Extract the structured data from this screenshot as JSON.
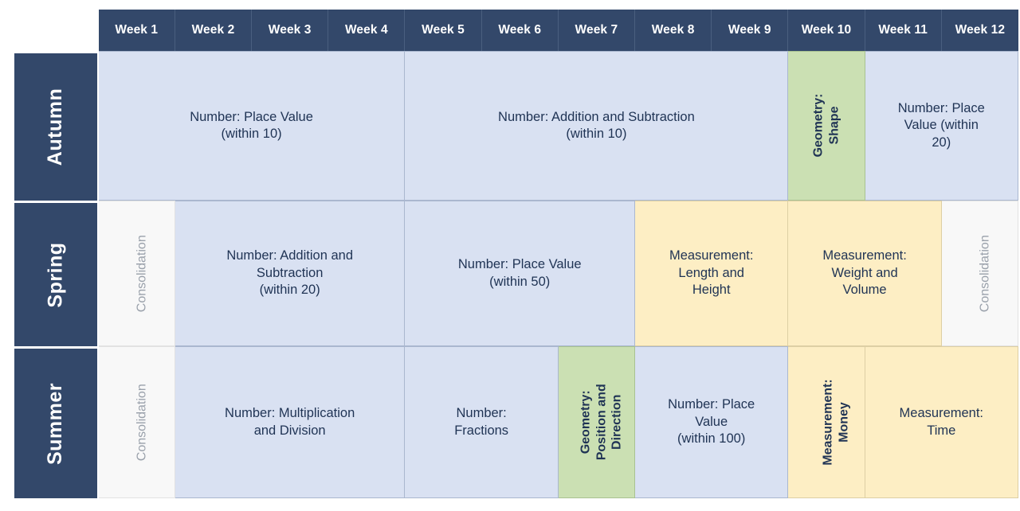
{
  "table": {
    "corner_label": "",
    "week_headers": [
      "Week 1",
      "Week 2",
      "Week 3",
      "Week 4",
      "Week 5",
      "Week 6",
      "Week 7",
      "Week 8",
      "Week 9",
      "Week 10",
      "Week 11",
      "Week 12"
    ],
    "colors": {
      "header_navy": "#33486a",
      "season_navy": "#33486a",
      "number_blue": "#d9e1f2",
      "geometry_green": "#cbe0b3",
      "measurement_yellow": "#fdeec4",
      "consolidation_grey": "#f8f8f8",
      "topic_text": "#1f3354",
      "consolidation_text": "#9aa1ab",
      "header_text": "#ffffff"
    },
    "rows": [
      {
        "season": "Autumn",
        "cells": [
          {
            "label": "Number: Place Value\n(within 10)",
            "weeks": 4,
            "category": "blue",
            "rotated": false,
            "bold": false
          },
          {
            "label": "Number: Addition and Subtraction\n(within 10)",
            "weeks": 5,
            "category": "blue",
            "rotated": false,
            "bold": false
          },
          {
            "label": "Geometry:\nShape",
            "weeks": 1,
            "category": "green",
            "rotated": true,
            "bold": true
          },
          {
            "label": "Number: Place\nValue (within\n20)",
            "weeks": 2,
            "category": "blue",
            "rotated": false,
            "bold": false
          }
        ]
      },
      {
        "season": "Spring",
        "cells": [
          {
            "label": "Consolidation",
            "weeks": 1,
            "category": "grey",
            "rotated": true,
            "bold": false
          },
          {
            "label": "Number: Addition and\nSubtraction\n(within 20)",
            "weeks": 3,
            "category": "blue",
            "rotated": false,
            "bold": false
          },
          {
            "label": "Number: Place Value\n(within 50)",
            "weeks": 3,
            "category": "blue",
            "rotated": false,
            "bold": false
          },
          {
            "label": "Measurement:\nLength and\nHeight",
            "weeks": 2,
            "category": "yellow",
            "rotated": false,
            "bold": false
          },
          {
            "label": "Measurement:\nWeight and\nVolume",
            "weeks": 2,
            "category": "yellow",
            "rotated": false,
            "bold": false
          },
          {
            "label": "Consolidation",
            "weeks": 1,
            "category": "grey",
            "rotated": true,
            "bold": false
          }
        ]
      },
      {
        "season": "Summer",
        "cells": [
          {
            "label": "Consolidation",
            "weeks": 1,
            "category": "grey",
            "rotated": true,
            "bold": false
          },
          {
            "label": "Number: Multiplication\nand Division",
            "weeks": 3,
            "category": "blue",
            "rotated": false,
            "bold": false
          },
          {
            "label": "Number:\nFractions",
            "weeks": 2,
            "category": "blue",
            "rotated": false,
            "bold": false
          },
          {
            "label": "Geometry:\nPosition and\nDirection",
            "weeks": 1,
            "category": "green",
            "rotated": true,
            "bold": true
          },
          {
            "label": "Number: Place\nValue\n(within 100)",
            "weeks": 2,
            "category": "blue",
            "rotated": false,
            "bold": false
          },
          {
            "label": "Measurement:\nMoney",
            "weeks": 1,
            "category": "yellow",
            "rotated": true,
            "bold": true
          },
          {
            "label": "Measurement:\nTime",
            "weeks": 2,
            "category": "yellow",
            "rotated": false,
            "bold": false
          }
        ]
      }
    ]
  }
}
